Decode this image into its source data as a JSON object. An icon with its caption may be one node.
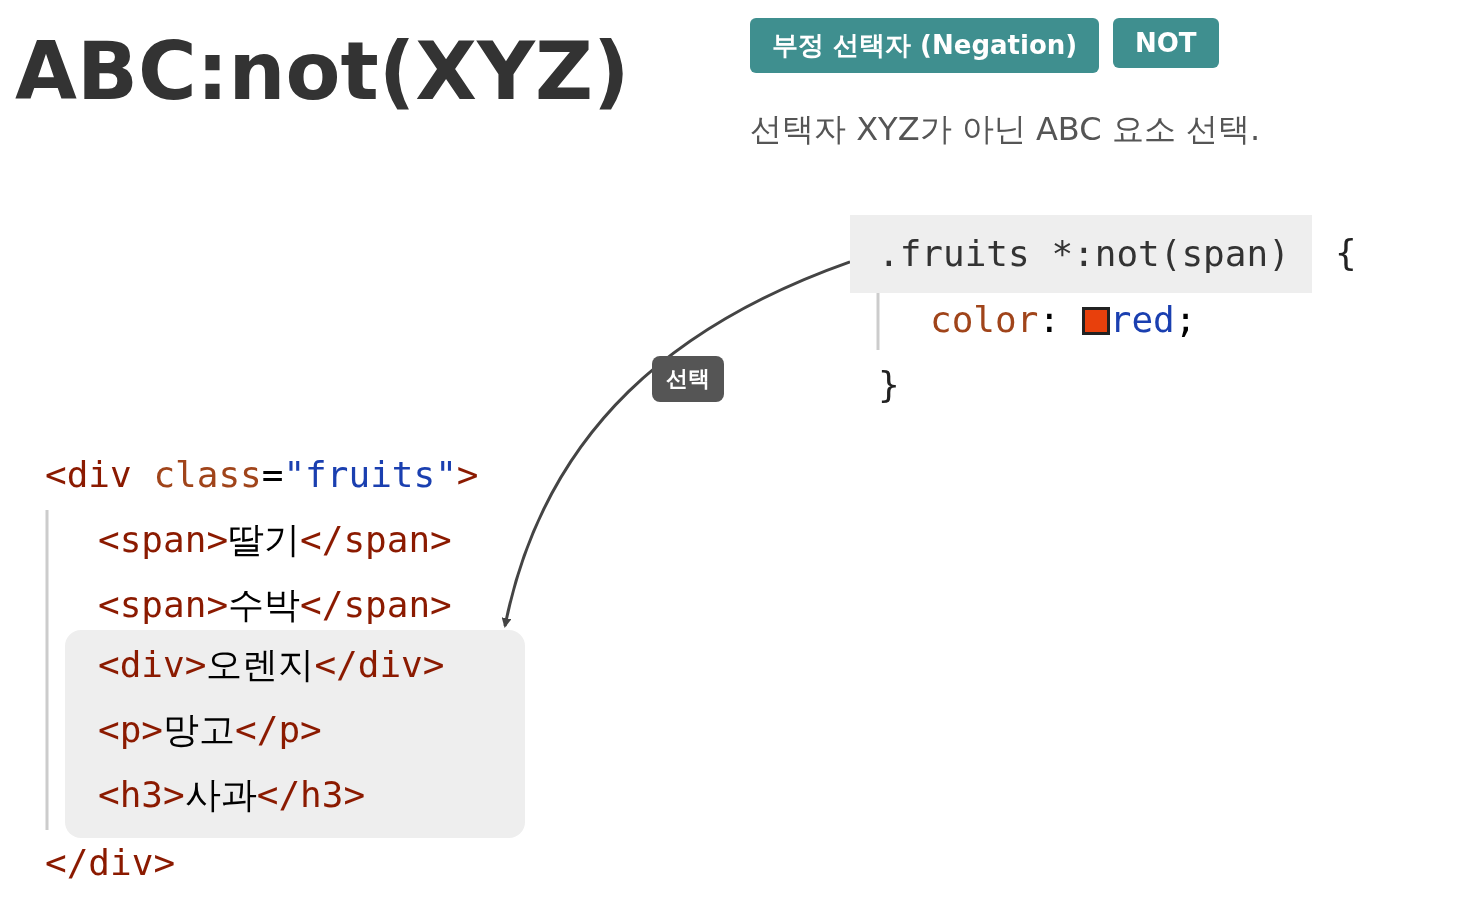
{
  "diagram": {
    "title": "ABC:not(XYZ)",
    "nodes": [
      {
        "text": [
          ".fruits *:not(span)"
        ]
      },
      {
        "text": [
          "<div>오렌지</div>",
          "<p>망고</p>",
          "<h3>사과</h3>"
        ]
      }
    ],
    "edges": [
      {
        "from": 0,
        "to": 1,
        "arrow": "to",
        "label": "선택"
      }
    ],
    "labels": [
      "부정 선택자 (Negation)",
      "NOT",
      "선택자 XYZ가 아닌 ABC 요소 선택.",
      "{",
      "color: red;",
      "}",
      "<div class=\"fruits\">",
      "<span>딸기</span>",
      "<span>수박</span>",
      "</div>"
    ]
  }
}
